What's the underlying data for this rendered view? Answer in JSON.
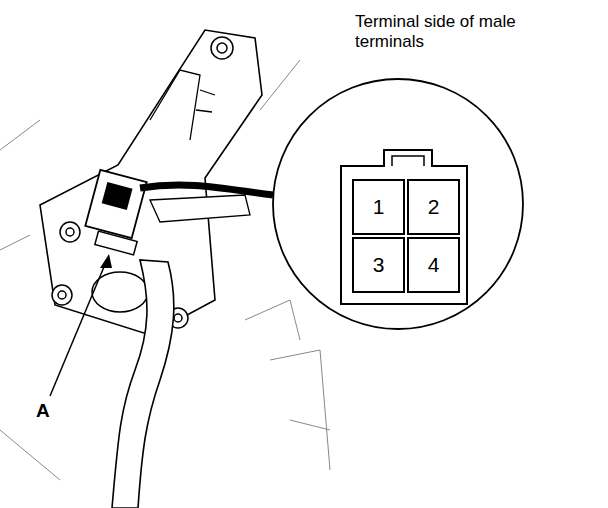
{
  "diagram": {
    "nodes": [
      {
        "text": [
          "Terminal side of male terminals"
        ]
      },
      {
        "text": [
          "1"
        ],
        "in": 0
      },
      {
        "text": [
          "2"
        ],
        "in": 0
      },
      {
        "text": [
          "3"
        ],
        "in": 0
      },
      {
        "text": [
          "4"
        ],
        "in": 0
      }
    ],
    "labels": [
      "A"
    ]
  }
}
